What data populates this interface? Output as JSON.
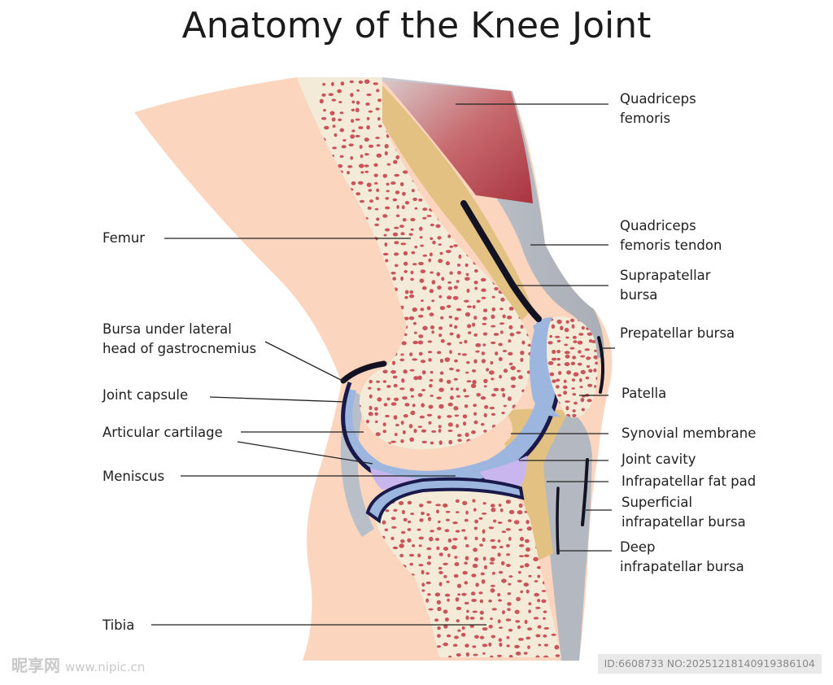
{
  "title": "Anatomy of the Knee Joint",
  "labels": {
    "quadriceps_femoris": "Quadriceps\nfemoris",
    "quadriceps_tendon": "Quadriceps\nfemoris tendon",
    "suprapatellar_bursa": "Suprapatellar\nbursa",
    "prepatellar_bursa": "Prepatellar bursa",
    "patella": "Patella",
    "synovial_membrane": "Synovial membrane",
    "joint_cavity": "Joint cavity",
    "infrapatellar_fat_pad": "Infrapatellar fat pad",
    "superficial_infrapatellar_bursa": "Superficial\ninfrapatellar bursa",
    "deep_infrapatellar_bursa": "Deep\ninfrapatellar bursa",
    "femur": "Femur",
    "bursa_gastrocnemius": "Bursa under lateral\nhead of gastrocnemius",
    "joint_capsule": "Joint capsule",
    "articular_cartilage": "Articular cartilage",
    "meniscus": "Meniscus",
    "tibia": "Tibia"
  },
  "watermark": {
    "left_logo": "昵享网",
    "left_url": "www.nipic.cn",
    "right_id": "ID:6608733 NO:20251218140919386104"
  },
  "colors": {
    "skin": "#fbd5bd",
    "bone": "#f3ead8",
    "marrow_dot": "#c9545a",
    "cartilage": "#9db6e0",
    "capsule": "#1a1a4a",
    "muscle": "#b5404a",
    "tendon": "#b9bfc8",
    "fat_pad": "#e3c183",
    "meniscus": "#c9b6ee"
  }
}
